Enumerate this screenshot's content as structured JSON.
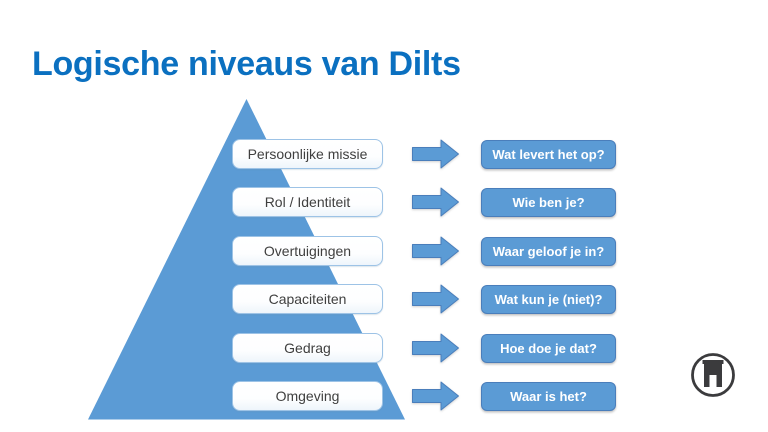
{
  "title": "Logische niveaus van Dilts",
  "rows": [
    {
      "level": "Persoonlijke missie",
      "question": "Wat levert het op?"
    },
    {
      "level": "Rol / Identiteit",
      "question": "Wie ben je?"
    },
    {
      "level": "Overtuigingen",
      "question": "Waar geloof je in?"
    },
    {
      "level": "Capaciteiten",
      "question": "Wat kun je (niet)?"
    },
    {
      "level": "Gedrag",
      "question": "Hoe doe je dat?"
    },
    {
      "level": "Omgeving",
      "question": "Waar is het?"
    }
  ],
  "icons": {
    "arrow": "right-arrow-icon",
    "logo": "arch-monument-logo-icon"
  },
  "colors": {
    "title_color": "#0B70C0",
    "pyramid_fill": "#5B9BD5",
    "level_box_border": "#9DC3E6",
    "level_text": "#3F3F3F",
    "question_fill": "#5B9BD5",
    "question_border": "#4A7EBB",
    "question_text": "#FFFFFF",
    "arrow_fill": "#5B9BD5",
    "arrow_border": "#4A7EBB",
    "logo_color": "#3B3B3D"
  }
}
